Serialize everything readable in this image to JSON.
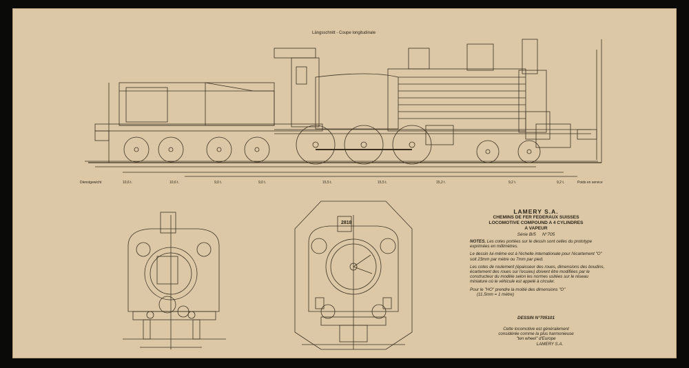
{
  "drawing": {
    "caption": "Längsschnitt - Coupe longitudinale",
    "weight_left": "Dienstgewicht",
    "weight_right": "Poids en service",
    "weights": [
      "10,6 t.",
      "10,6 t.",
      "9,0 t.",
      "9,0 t.",
      "15,5 t.",
      "15,5 t.",
      "15,2 t.",
      "9,2 t.",
      "9,2 t."
    ],
    "number_plate": "2818"
  },
  "title_block": {
    "brand": "LAMERY S.A.",
    "line1": "CHEMINS DE FER FEDERAUX SUISSES",
    "line2": "LOCOMOTIVE COMPOUND A 4 CYLINDRES",
    "line3": "A VAPEUR",
    "serie": "Série B/5",
    "number": "N°705"
  },
  "notes": {
    "heading": "NOTES.",
    "n1": "Les cotes portées sur le dessin sont celles du prototype exprimées en millimètres.",
    "n2": "Le dessin lui-même est à l'échelle internationale pour l'écartement \"O\" soit 23mm par mètre ou 7mm par pied.",
    "n3": "Les cotes de roulement (épaisseur des roues, dimensions des boudins, écartement des roues sur l'essieu) doivent être modifiées par le constructeur du modèle selon les normes usitées sur le réseau miniature où le véhicule est appelé à circuler.",
    "n4": "Pour le \"HO\" prendre la moitié des dimensions \"O\"",
    "n4b": "(11,5mm = 1 mètre)"
  },
  "dessin": "DESSIN N°705101",
  "closing": {
    "line1": "Cette locomotive est généralement",
    "line2": "considérée comme la plus harmonieuse",
    "line3": "\"ten wheel\" d'Europe",
    "signature": "LAMERY S.A."
  }
}
